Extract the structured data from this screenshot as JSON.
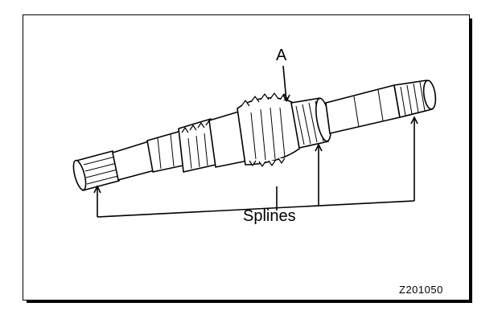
{
  "diagram": {
    "callout_a": "A",
    "callout_splines": "Splines",
    "figure_code": "Z201050"
  }
}
